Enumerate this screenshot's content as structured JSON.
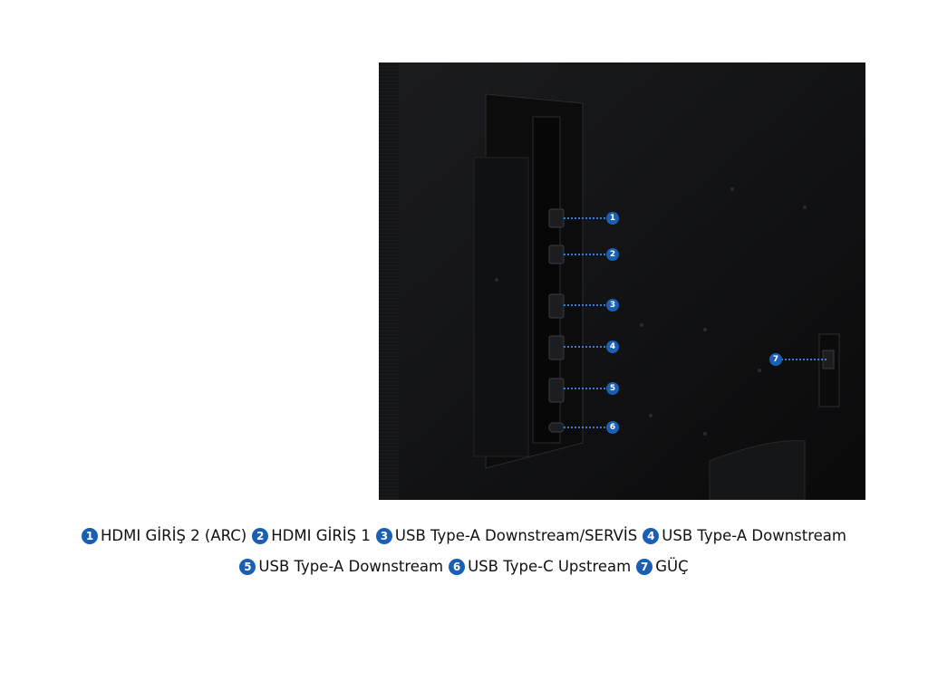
{
  "callouts": [
    {
      "num": "1",
      "label": "HDMI GİRİŞ 2 (ARC)"
    },
    {
      "num": "2",
      "label": "HDMI GİRİŞ 1"
    },
    {
      "num": "3",
      "label": "USB Type-A Downstream/SERVİS"
    },
    {
      "num": "4",
      "label": "USB Type-A Downstream"
    },
    {
      "num": "5",
      "label": "USB Type-A Downstream"
    },
    {
      "num": "6",
      "label": "USB Type-C Upstream"
    },
    {
      "num": "7",
      "label": "GÜÇ"
    }
  ],
  "colors": {
    "badge": "#1a5fb4",
    "panel": "#111214",
    "dots": "#3a7bd5"
  }
}
